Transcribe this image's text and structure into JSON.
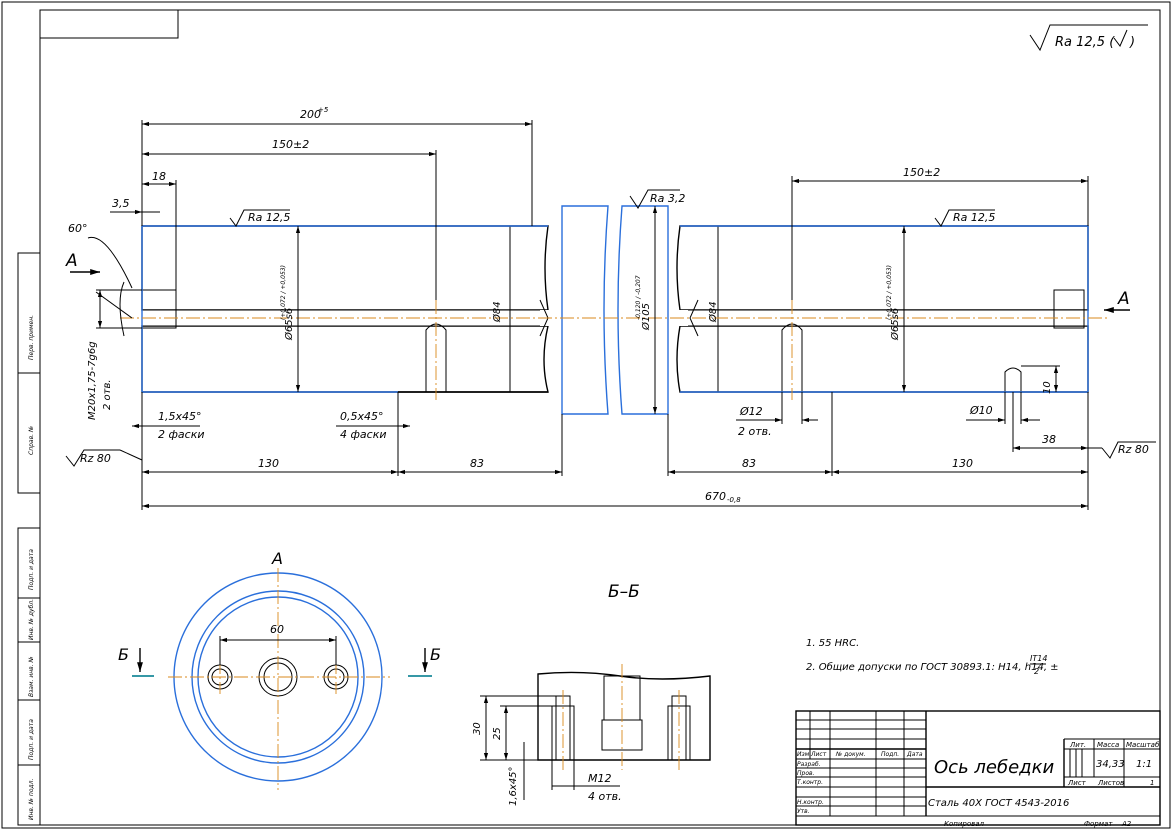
{
  "surface_general": {
    "text": "Ra 12,5 ("
  },
  "roughness": {
    "ra125_left": "Ra 12,5",
    "ra125_right": "Ra 12,5",
    "ra32": "Ra 3,2",
    "rz80_left": "Rz 80",
    "rz80_right": "Rz 80"
  },
  "dimensions": {
    "d200": "200",
    "d200_tol": "+5",
    "d150_left": "150±2",
    "d150_right": "150±2",
    "d18": "18",
    "d35": "3,5",
    "angle60": "60°",
    "d65_left": "Ø65s6",
    "d65_left_tol": "(+0,072 / +0,053)",
    "d84_left": "Ø84",
    "d84_right": "Ø84",
    "d105": "Ø105",
    "d105_tol": "-0,120 / -0,207",
    "d65_right": "Ø65s6",
    "d65_right_tol": "(+0,072 / +0,053)",
    "thread": "M20x1,75-7g6g",
    "thread_qty": "2 отв.",
    "chamfer1": "1,5x45°",
    "chamfer1_qty": "2 фаски",
    "chamfer2": "0,5x45°",
    "chamfer2_qty": "4 фаски",
    "d12": "Ø12",
    "d12_qty": "2 отв.",
    "d10": "Ø10",
    "depth10": "10",
    "d38": "38",
    "d130_left": "130",
    "d83_left": "83",
    "d83_right": "83",
    "d130_right": "130",
    "d670": "670",
    "d670_tol": "-0,8"
  },
  "section_letters": {
    "a_left": "А",
    "a_right": "А",
    "a_top": "А",
    "b_left": "Б",
    "b_right": "Б"
  },
  "end_view": {
    "d60": "60"
  },
  "section_title": "Б–Б",
  "detail": {
    "d30": "30",
    "d25": "25",
    "chamfer": "1,6x45°",
    "thread": "M12",
    "qty": "4 отв."
  },
  "notes": [
    "1. 55 HRC.",
    "2. Общие допуски по ГОСТ 30893.1: H14, h14, ±",
    "IT14",
    "2"
  ],
  "side_labels": [
    "Перв. примен.",
    "Справ. №",
    "Подп. и дата",
    "Инв. № дубл.",
    "Взам. инв. №",
    "Подп. и дата",
    "Инв. № подл."
  ],
  "title_block": {
    "name": "Ось лебедки",
    "material": "Сталь 40Х ГОСТ 4543-2016",
    "col_lit": "Лит.",
    "col_mass": "Масса",
    "col_scale": "Масштаб",
    "mass": "34,33",
    "scale": "1:1",
    "sheet": "Лист",
    "sheets": "Листов",
    "sheets_num": "1",
    "rows": [
      "Изм.",
      "Лист",
      "№ докум.",
      "Подп.",
      "Дата"
    ],
    "roles": [
      "Разраб.",
      "Пров.",
      "Т.контр.",
      "",
      "Н.контр.",
      "Утв."
    ],
    "copied": "Копировал",
    "format": "Формат",
    "format_val": "А2"
  }
}
